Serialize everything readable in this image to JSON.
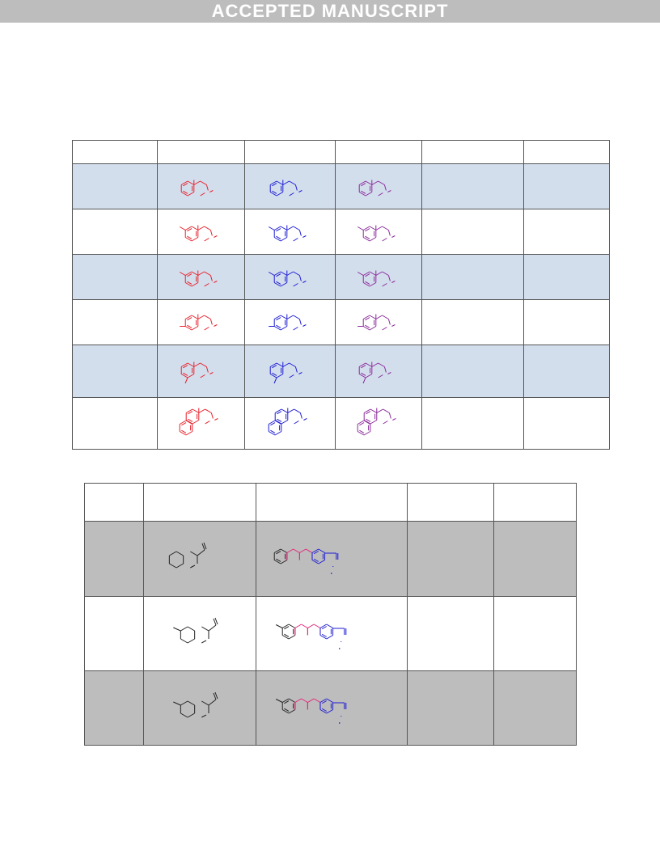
{
  "banner": {
    "text": "ACCEPTED MANUSCRIPT"
  },
  "colors": {
    "red": "#e8202a",
    "blue": "#1c1cd4",
    "purple": "#8a2a9a",
    "pink": "#e6257a",
    "black": "#222222",
    "table1_band": "#d3deed",
    "table2_band": "#bdbdbd"
  },
  "table1": {
    "columns": 6,
    "rows": [
      {
        "structure": "quinoline"
      },
      {
        "structure": "6-methylquinoline"
      },
      {
        "structure": "6-methylquinoline"
      },
      {
        "structure": "7-methylquinoline"
      },
      {
        "structure": "8-methylquinoline"
      },
      {
        "structure": "benzoquinoline"
      }
    ],
    "colored_columns": [
      "red",
      "blue",
      "purple"
    ]
  },
  "table2": {
    "columns": 5,
    "rows": [
      {
        "structure": "quinoline-aldehyde",
        "product": "conjugated-dye"
      },
      {
        "structure": "methyl-quinoline-aldehyde",
        "product": "methyl-conjugated-dye"
      },
      {
        "structure": "methyl-quinoline-aldehyde",
        "product": "methyl-conjugated-dye"
      }
    ]
  }
}
